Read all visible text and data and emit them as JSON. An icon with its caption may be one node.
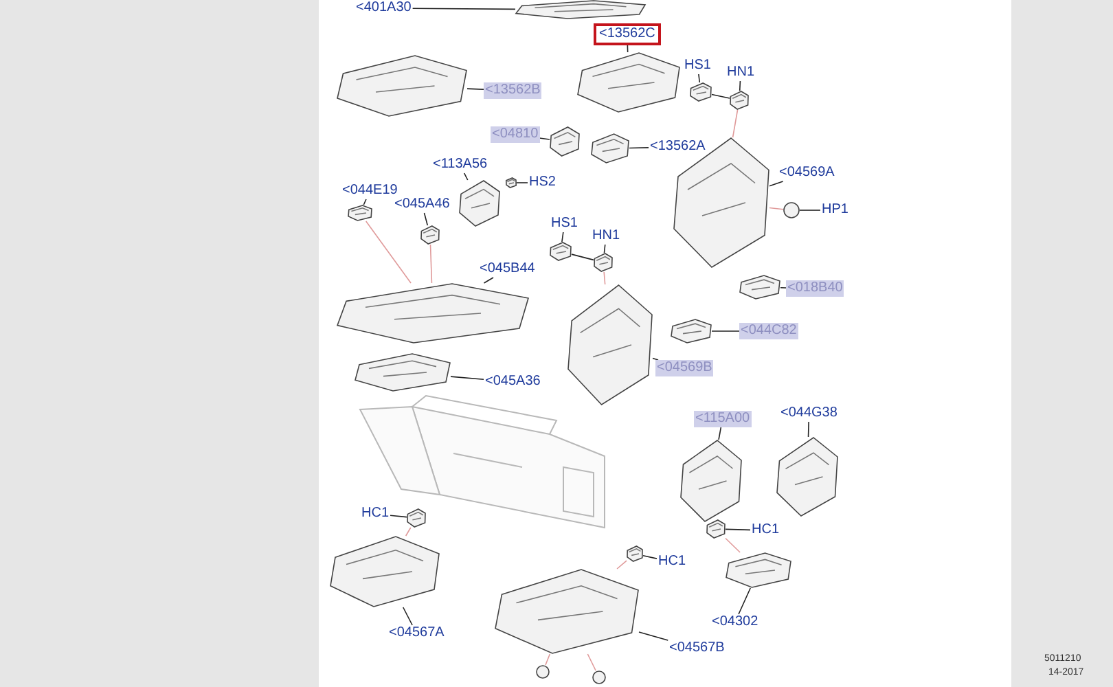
{
  "diagram": {
    "nodes": [
      {
        "text": [
          "<401A30"
        ]
      },
      {
        "text": [],
        "shape": "picture"
      },
      {
        "text": [
          "<13562C"
        ]
      },
      {
        "text": [],
        "shape": "picture"
      },
      {
        "text": [
          "<13562B"
        ]
      },
      {
        "text": [],
        "shape": "picture"
      },
      {
        "text": [
          "HS1"
        ]
      },
      {
        "text": [],
        "shape": "picture"
      },
      {
        "text": [
          "HN1"
        ]
      },
      {
        "text": [],
        "shape": "picture"
      },
      {
        "text": [
          "<04810"
        ]
      },
      {
        "text": [],
        "shape": "picture"
      },
      {
        "text": [
          "<13562A"
        ]
      },
      {
        "text": [],
        "shape": "picture"
      },
      {
        "text": [
          "<04569A"
        ]
      },
      {
        "text": [],
        "shape": "picture"
      },
      {
        "text": [
          "HP1"
        ]
      },
      {
        "text": [],
        "shape": "circle"
      },
      {
        "text": [
          "<113A56"
        ]
      },
      {
        "text": [],
        "shape": "picture"
      },
      {
        "text": [
          "HS2"
        ]
      },
      {
        "text": [],
        "shape": "picture"
      },
      {
        "text": [
          "<044E19"
        ]
      },
      {
        "text": [],
        "shape": "picture"
      },
      {
        "text": [
          "<045A46"
        ]
      },
      {
        "text": [],
        "shape": "picture"
      },
      {
        "text": [
          "HS1"
        ]
      },
      {
        "text": [],
        "shape": "picture"
      },
      {
        "text": [
          "HN1"
        ]
      },
      {
        "text": [],
        "shape": "picture"
      },
      {
        "text": [
          "<045B44"
        ]
      },
      {
        "text": [],
        "shape": "picture"
      },
      {
        "text": [
          "<018B40"
        ]
      },
      {
        "text": [],
        "shape": "picture"
      },
      {
        "text": [
          "<044C82"
        ]
      },
      {
        "text": [],
        "shape": "picture"
      },
      {
        "text": [
          "<04569B"
        ]
      },
      {
        "text": [],
        "shape": "picture"
      },
      {
        "text": [
          "<045A36"
        ]
      },
      {
        "text": [],
        "shape": "picture"
      },
      {
        "text": [
          "<115A00"
        ]
      },
      {
        "text": [],
        "shape": "picture"
      },
      {
        "text": [
          "<044G38"
        ]
      },
      {
        "text": [],
        "shape": "picture"
      },
      {
        "text": [
          "HC1"
        ]
      },
      {
        "text": [],
        "shape": "picture"
      },
      {
        "text": [
          "HC1"
        ]
      },
      {
        "text": [],
        "shape": "picture"
      },
      {
        "text": [
          "<04567A"
        ]
      },
      {
        "text": [],
        "shape": "picture"
      },
      {
        "text": [
          "HC1"
        ]
      },
      {
        "text": [],
        "shape": "picture"
      },
      {
        "text": [
          "<04302"
        ]
      },
      {
        "text": [],
        "shape": "picture"
      },
      {
        "text": [
          "<04567B"
        ]
      },
      {
        "text": [],
        "shape": "picture"
      },
      {
        "text": [],
        "shape": "circle"
      },
      {
        "text": [],
        "shape": "circle"
      }
    ],
    "edges": [
      {
        "from": 0,
        "to": 1,
        "arrow": "none"
      },
      {
        "from": 2,
        "to": 3,
        "arrow": "none"
      },
      {
        "from": 4,
        "to": 5,
        "arrow": "none"
      },
      {
        "from": 6,
        "to": 7,
        "arrow": "none"
      },
      {
        "from": 8,
        "to": 9,
        "arrow": "none"
      },
      {
        "from": 10,
        "to": 11,
        "arrow": "none"
      },
      {
        "from": 12,
        "to": 13,
        "arrow": "none"
      },
      {
        "from": 14,
        "to": 15,
        "arrow": "none"
      },
      {
        "from": 16,
        "to": 17,
        "arrow": "none"
      },
      {
        "from": 18,
        "to": 19,
        "arrow": "none"
      },
      {
        "from": 20,
        "to": 21,
        "arrow": "none"
      },
      {
        "from": 22,
        "to": 23,
        "arrow": "none"
      },
      {
        "from": 24,
        "to": 25,
        "arrow": "none"
      },
      {
        "from": 26,
        "to": 27,
        "arrow": "none"
      },
      {
        "from": 28,
        "to": 29,
        "arrow": "none"
      },
      {
        "from": 30,
        "to": 31,
        "arrow": "none"
      },
      {
        "from": 32,
        "to": 33,
        "arrow": "none"
      },
      {
        "from": 34,
        "to": 35,
        "arrow": "none"
      },
      {
        "from": 36,
        "to": 37,
        "arrow": "none"
      },
      {
        "from": 38,
        "to": 39,
        "arrow": "none"
      },
      {
        "from": 40,
        "to": 41,
        "arrow": "none"
      },
      {
        "from": 42,
        "to": 43,
        "arrow": "none"
      },
      {
        "from": 44,
        "to": 45,
        "arrow": "none"
      },
      {
        "from": 46,
        "to": 47,
        "arrow": "none"
      },
      {
        "from": 48,
        "to": 49,
        "arrow": "none"
      },
      {
        "from": 50,
        "to": 51,
        "arrow": "none"
      },
      {
        "from": 52,
        "to": 53,
        "arrow": "none"
      },
      {
        "from": 54,
        "to": 55,
        "arrow": "none"
      },
      {
        "from": 7,
        "to": 9,
        "arrow": "none"
      },
      {
        "from": 27,
        "to": 29,
        "arrow": "none"
      },
      {
        "from": 9,
        "to": 15,
        "arrow": "none",
        "color": "#e09a9a"
      },
      {
        "from": 17,
        "to": 15,
        "arrow": "none",
        "color": "#e09a9a"
      },
      {
        "from": 23,
        "to": 31,
        "arrow": "none",
        "color": "#e09a9a"
      },
      {
        "from": 25,
        "to": 31,
        "arrow": "none",
        "color": "#e09a9a"
      },
      {
        "from": 29,
        "to": 37,
        "arrow": "none",
        "color": "#e09a9a"
      },
      {
        "from": 45,
        "to": 49,
        "arrow": "none",
        "color": "#e09a9a"
      },
      {
        "from": 47,
        "to": 53,
        "arrow": "none",
        "color": "#e09a9a"
      },
      {
        "from": 51,
        "to": 55,
        "arrow": "none",
        "color": "#e09a9a"
      },
      {
        "from": 56,
        "to": 55,
        "arrow": "none",
        "color": "#e09a9a"
      },
      {
        "from": 57,
        "to": 55,
        "arrow": "none",
        "color": "#e09a9a"
      }
    ],
    "labels": [
      "5011210",
      "14-2017"
    ]
  }
}
